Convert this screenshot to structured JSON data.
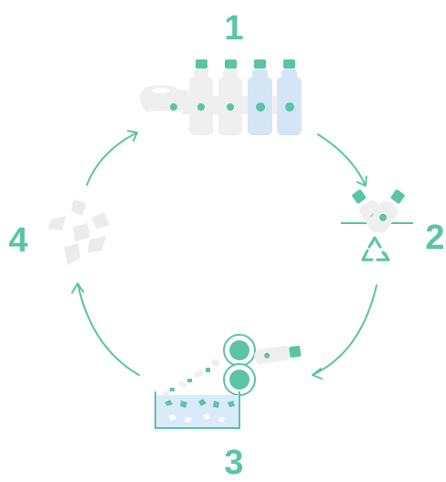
{
  "steps": [
    {
      "number": "1",
      "illustration": "bottling-line"
    },
    {
      "number": "2",
      "illustration": "bottle-collection-recycling"
    },
    {
      "number": "3",
      "illustration": "shredding-and-washing"
    },
    {
      "number": "4",
      "illustration": "plastic-flakes"
    }
  ],
  "colors": {
    "accent": "#5bc4a4",
    "bottle_light": "#efefef",
    "bottle_blue": "#d4e6f6",
    "tank_water": "#d9ebf9",
    "flake": "#ebebeb"
  }
}
